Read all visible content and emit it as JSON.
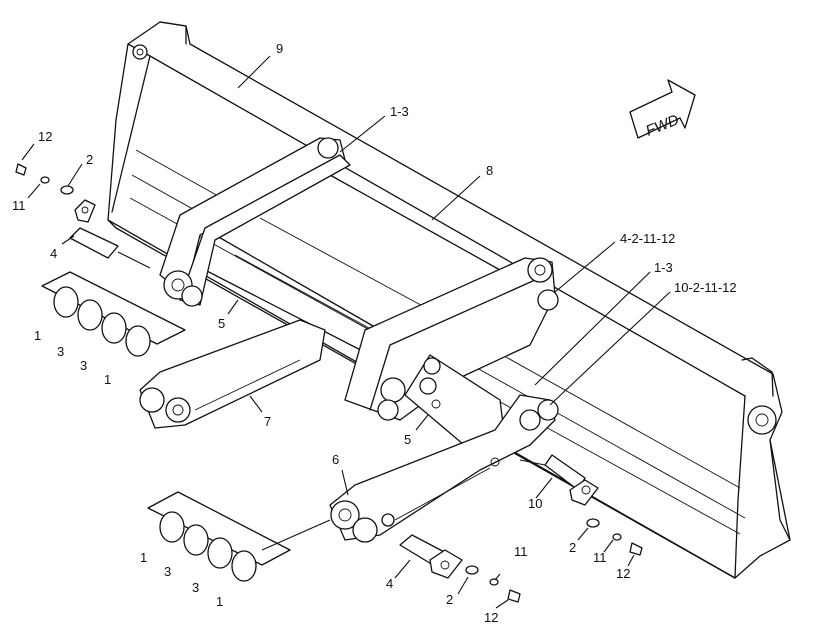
{
  "direction_arrow": {
    "label": "FWD"
  },
  "callouts": [
    {
      "id": "c-9",
      "text": "9"
    },
    {
      "id": "c-1-3-top",
      "text": "1-3"
    },
    {
      "id": "c-8",
      "text": "8"
    },
    {
      "id": "c-4-2-11-12",
      "text": "4-2-11-12"
    },
    {
      "id": "c-1-3-right",
      "text": "1-3"
    },
    {
      "id": "c-10-2-11-12",
      "text": "10-2-11-12"
    },
    {
      "id": "c-12-tl",
      "text": "12"
    },
    {
      "id": "c-2-tl",
      "text": "2"
    },
    {
      "id": "c-11-tl",
      "text": "11"
    },
    {
      "id": "c-4-tl",
      "text": "4"
    },
    {
      "id": "c-1-l1",
      "text": "1"
    },
    {
      "id": "c-3-l1",
      "text": "3"
    },
    {
      "id": "c-3-l2",
      "text": "3"
    },
    {
      "id": "c-1-l2",
      "text": "1"
    },
    {
      "id": "c-5-mid",
      "text": "5"
    },
    {
      "id": "c-7",
      "text": "7"
    },
    {
      "id": "c-5-low",
      "text": "5"
    },
    {
      "id": "c-6",
      "text": "6"
    },
    {
      "id": "c-10",
      "text": "10"
    },
    {
      "id": "c-2-br",
      "text": "2"
    },
    {
      "id": "c-11-br",
      "text": "11"
    },
    {
      "id": "c-12-br",
      "text": "12"
    },
    {
      "id": "c-1-b1",
      "text": "1"
    },
    {
      "id": "c-3-b1",
      "text": "3"
    },
    {
      "id": "c-3-b2",
      "text": "3"
    },
    {
      "id": "c-1-b2",
      "text": "1"
    },
    {
      "id": "c-4-bot",
      "text": "4"
    },
    {
      "id": "c-11-bot",
      "text": "11"
    },
    {
      "id": "c-2-bot",
      "text": "2"
    },
    {
      "id": "c-12-bot",
      "text": "12"
    }
  ]
}
